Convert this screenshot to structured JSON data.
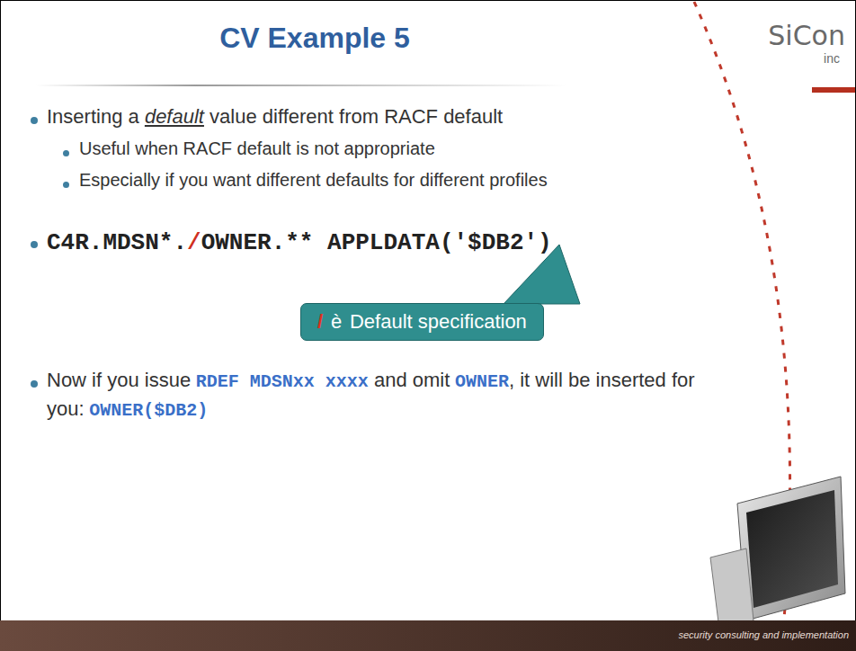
{
  "diagram": {
    "title": "CV Example 5",
    "nodes": [
      {
        "text": [
          "/",
          "è",
          "Default specification"
        ]
      }
    ],
    "labels": [
      "SiCon",
      "inc",
      "Inserting a",
      "default",
      "value different from RACF default",
      "Useful when RACF default is not appropriate",
      "Especially if you want different defaults for different profiles",
      "C4R.MDSN*.",
      "/",
      "OWNER.** APPLDATA('$DB2')",
      "Now if you issue",
      "RDEF MDSNxx xxxx",
      "and omit",
      "OWNER",
      ", it will be inserted for you:",
      "OWNER($DB2)",
      "security consulting and implementation"
    ]
  }
}
